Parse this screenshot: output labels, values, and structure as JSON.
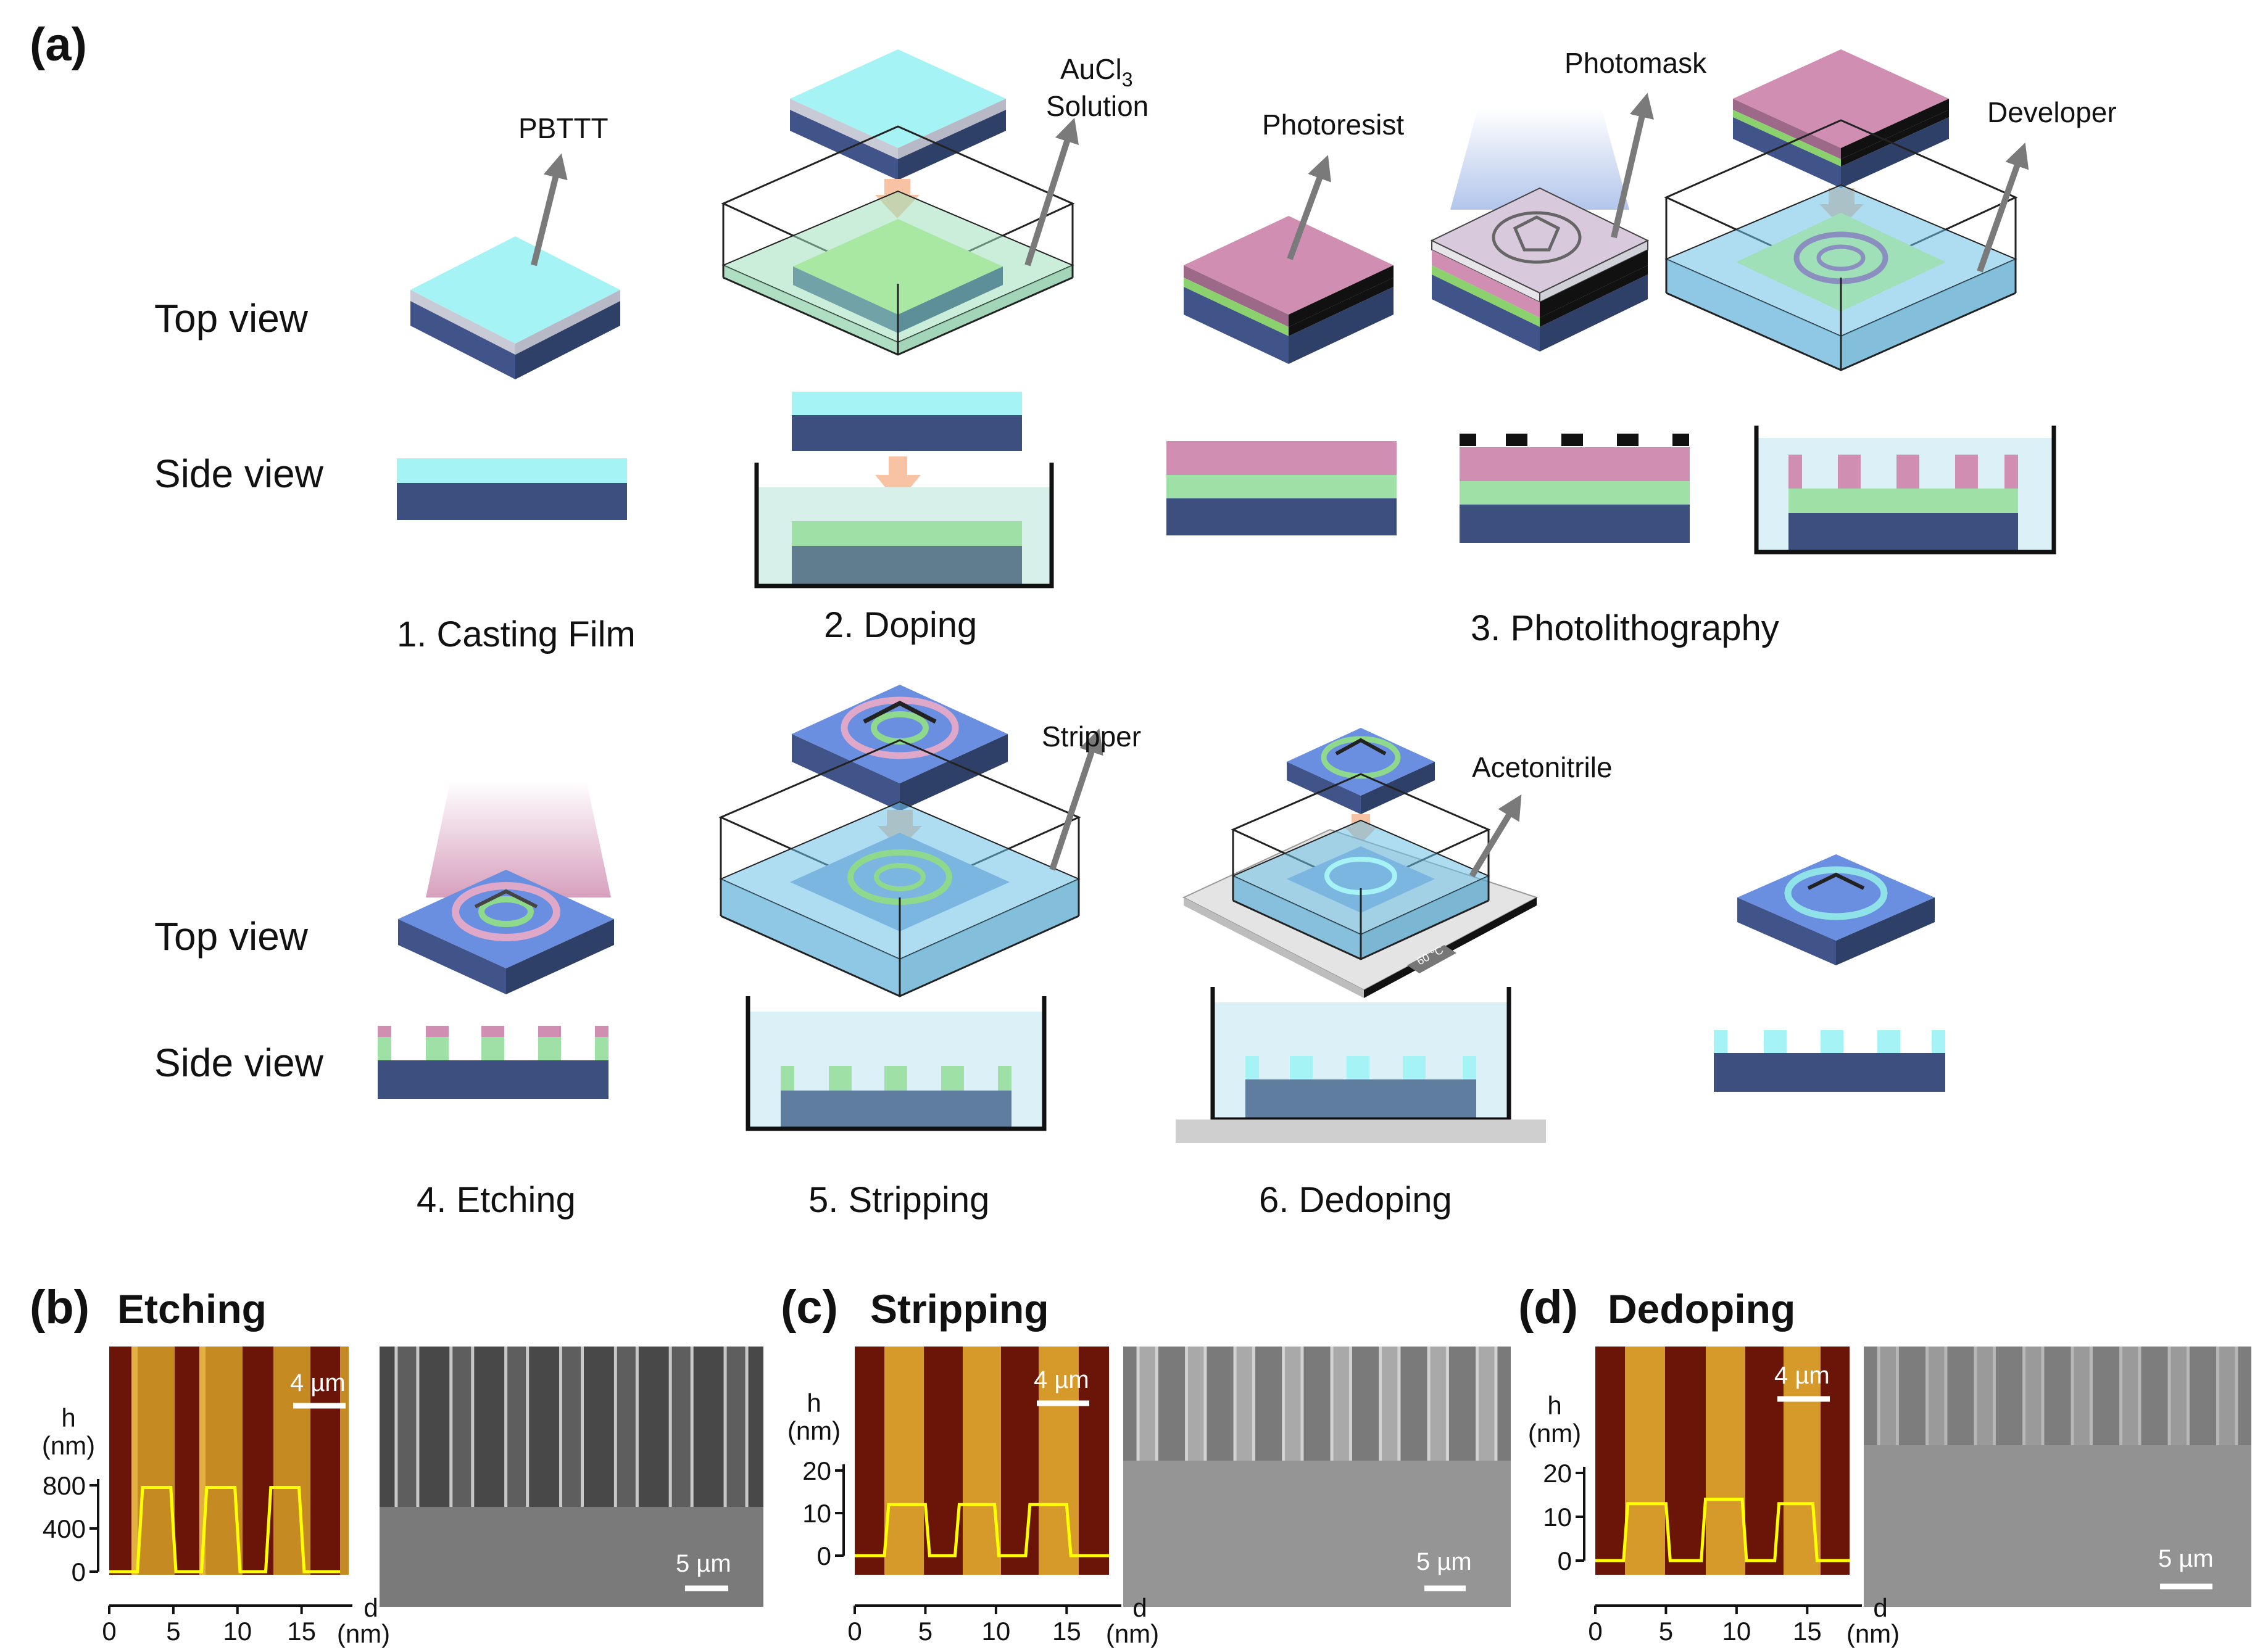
{
  "panel_a": {
    "letter": "(a)",
    "row_labels": {
      "top_view": "Top view",
      "side_view": "Side view"
    },
    "steps": [
      {
        "label": "1. Casting Film"
      },
      {
        "label": "2. Doping"
      },
      {
        "label": "3. Photolithography"
      },
      {
        "label": "4. Etching"
      },
      {
        "label": "5. Stripping"
      },
      {
        "label": "6. Dedoping"
      }
    ],
    "callouts": {
      "pbttt": "PBTTT",
      "aucl3_line1": "AuCl",
      "aucl3_sub": "3",
      "aucl3_line2": "Solution",
      "photoresist": "Photoresist",
      "photomask": "Photomask",
      "developer": "Developer",
      "stripper": "Stripper",
      "acetonitrile": "Acetonitrile",
      "hotplate_temp": "60 °C"
    },
    "colors": {
      "pbttt_cyan": "#a6f3f6",
      "substrate_navy": "#3c4f7e",
      "doped_green": "#9fe0a6",
      "photoresist_pink": "#d08fb2",
      "mask_black": "#111111",
      "developer_blue": "#8fd0ee",
      "bath_light": "#dcf0f8",
      "arrow_gray": "#7a7a7a",
      "arrow_orange": "#f7c3a4"
    }
  },
  "panel_b": {
    "letter": "(b)",
    "title": "Etching",
    "axis_y_label_line1": "h",
    "axis_y_label_line2": "(nm)",
    "axis_x_label": "d",
    "axis_x_unit": "(nm)",
    "afm_scale": "4 µm",
    "sem_scale": "5 µm"
  },
  "panel_c": {
    "letter": "(c)",
    "title": "Stripping",
    "axis_y_label_line1": "h",
    "axis_y_label_line2": "(nm)",
    "axis_x_label": "d",
    "axis_x_unit": "(nm)",
    "afm_scale": "4 µm",
    "sem_scale": "5 µm"
  },
  "panel_d": {
    "letter": "(d)",
    "title": "Dedoping",
    "axis_y_label_line1": "h",
    "axis_y_label_line2": "(nm)",
    "axis_x_label": "d",
    "axis_x_unit": "(nm)",
    "afm_scale": "4 µm",
    "sem_scale": "5 µm"
  },
  "chart_data": [
    {
      "type": "line",
      "panel": "b",
      "xlim": [
        0,
        18
      ],
      "ylim": [
        0,
        800
      ],
      "xticks": [
        0,
        5,
        10,
        15
      ],
      "yticks": [
        0,
        400,
        800
      ],
      "x": [
        0,
        2.2,
        2.6,
        4.8,
        5.2,
        7.2,
        7.6,
        9.8,
        10.2,
        12.2,
        12.6,
        14.8,
        15.2,
        18
      ],
      "y": [
        0,
        0,
        780,
        780,
        0,
        0,
        780,
        780,
        0,
        0,
        780,
        780,
        0,
        0
      ]
    },
    {
      "type": "line",
      "panel": "c",
      "xlim": [
        0,
        18
      ],
      "ylim": [
        0,
        20
      ],
      "xticks": [
        0,
        5,
        10,
        15
      ],
      "yticks": [
        0,
        10,
        20
      ],
      "x": [
        0,
        2.1,
        2.4,
        5.0,
        5.3,
        7.1,
        7.4,
        9.9,
        10.2,
        12.1,
        12.4,
        15.0,
        15.3,
        18
      ],
      "y": [
        0,
        0,
        12,
        12,
        0,
        0,
        12,
        12,
        0,
        0,
        12,
        12,
        0,
        0
      ]
    },
    {
      "type": "line",
      "panel": "d",
      "xlim": [
        0,
        18
      ],
      "ylim": [
        0,
        20
      ],
      "xticks": [
        0,
        5,
        10,
        15
      ],
      "yticks": [
        0,
        10,
        20
      ],
      "x": [
        0,
        2.0,
        2.3,
        5.0,
        5.3,
        7.5,
        7.8,
        10.4,
        10.7,
        12.7,
        13.0,
        15.4,
        15.7,
        18
      ],
      "y": [
        0,
        0,
        13,
        13,
        0,
        0,
        14,
        14,
        0,
        0,
        13,
        13,
        0,
        0
      ]
    }
  ]
}
